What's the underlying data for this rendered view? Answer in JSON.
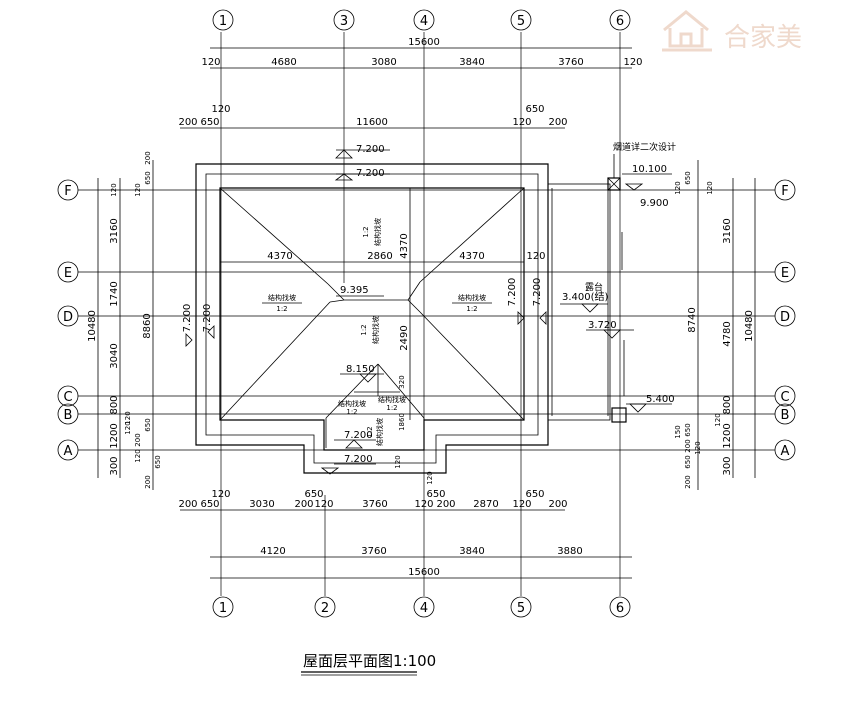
{
  "watermark": {
    "brand": "合家美"
  },
  "title": {
    "text": "屋面层平面图",
    "scale": "1:100"
  },
  "axes": {
    "top_numbers": [
      "1",
      "3",
      "4",
      "5",
      "6"
    ],
    "bottom_numbers": [
      "1",
      "2",
      "4",
      "5",
      "6"
    ],
    "letters": [
      "F",
      "E",
      "D",
      "C",
      "B",
      "A"
    ]
  },
  "dims_top": {
    "overall": "15600",
    "row1": [
      "120",
      "4680",
      "3080",
      "3840",
      "3760",
      "120"
    ],
    "row2": [
      "200",
      "650",
      "120",
      "11600",
      "650",
      "120",
      "200"
    ]
  },
  "dims_bottom": {
    "row1": [
      "200",
      "650",
      "120",
      "3030",
      "200",
      "120",
      "650",
      "3760",
      "120",
      "200",
      "650",
      "2870",
      "120",
      "650",
      "200"
    ],
    "row2": [
      "4120",
      "3760",
      "3840",
      "3880"
    ],
    "overall": "15600"
  },
  "dims_left": {
    "outer": "10480",
    "seg": [
      "3160",
      "1740",
      "3040",
      "800",
      "1200",
      "300"
    ],
    "inner": "8860",
    "small": [
      "120",
      "650",
      "200",
      "120",
      "650",
      "200",
      "120",
      "650",
      "120",
      "120",
      "200"
    ]
  },
  "dims_right": {
    "outer": "10480",
    "seg": [
      "3160",
      "4780",
      "800",
      "1200",
      "300"
    ],
    "inner": "8740",
    "small": [
      "120",
      "650",
      "120",
      "120",
      "650",
      "150",
      "200",
      "120",
      "650",
      "200"
    ]
  },
  "dims_inner": [
    "4370",
    "2860",
    "4370",
    "4370",
    "2490",
    "320",
    "1860",
    "120",
    "120",
    "120"
  ],
  "levels": [
    "7.200",
    "7.200",
    "10.100",
    "9.900",
    "9.395",
    "7.200",
    "7.200",
    "7.200",
    "7.200",
    "3.400(结)",
    "3.720",
    "8.150",
    "5.400",
    "7.200",
    "7.200"
  ],
  "labels": {
    "chimney": "烟道详二次设计",
    "terrace": "露台",
    "slope_label": "结构找坡",
    "slope_ratio": "1:2"
  }
}
